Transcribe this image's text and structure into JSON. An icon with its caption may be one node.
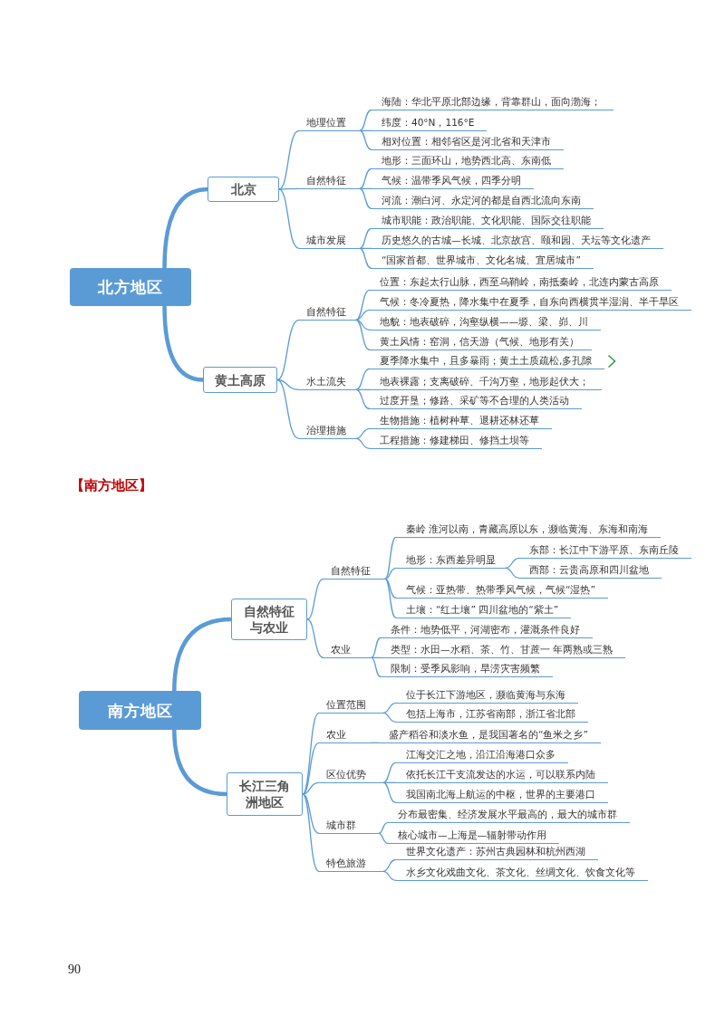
{
  "diagram": {
    "nodes": [
      {
        "text": [
          "北方地区"
        ]
      },
      {
        "text": [
          "北京"
        ]
      },
      {
        "text": [
          "地理位置"
        ]
      },
      {
        "text": [
          "海陆：华北平原北部边缘，背靠群山，面向渤海；"
        ]
      },
      {
        "text": [
          "纬度：40°N，116°E"
        ]
      },
      {
        "text": [
          "相对位置：相邻省区是河北省和天津市"
        ]
      },
      {
        "text": [
          "自然特征"
        ]
      },
      {
        "text": [
          "地形：三面环山，地势西北高、东南低"
        ]
      },
      {
        "text": [
          "气候：温带季风气候，四季分明"
        ]
      },
      {
        "text": [
          "河流：潮白河、永定河的都是自西北流向东南"
        ]
      },
      {
        "text": [
          "城市发展"
        ]
      },
      {
        "text": [
          "城市职能：政治职能、文化职能、国际交往职能"
        ]
      },
      {
        "text": [
          "历史悠久的古城—长城、北京故宫、颐和园、天坛等文化遗产"
        ]
      },
      {
        "text": [
          "“国家首都、世界城市、文化名城、宜居城市”"
        ]
      },
      {
        "text": [
          "黄土高原"
        ]
      },
      {
        "text": [
          "自然特征"
        ]
      },
      {
        "text": [
          "位置：东起太行山脉，西至乌鞘岭，南抵秦岭，北连内蒙古高原"
        ]
      },
      {
        "text": [
          "气候：冬冷夏热，降水集中在夏季，自东向西横贯半湿润、半干旱区"
        ]
      },
      {
        "text": [
          "地貌：地表破碎，沟壑纵横——塬、梁、峁、川"
        ]
      },
      {
        "text": [
          "黄土风情：窑洞，信天游（气候、地形有关）"
        ]
      },
      {
        "text": [
          "水土流失"
        ]
      },
      {
        "text": [
          "夏季降水集中，且多暴雨；黄土土质疏松,多孔隙"
        ]
      },
      {
        "text": [
          "地表裸露；支离破碎、千沟万壑，地形起伏大；"
        ]
      },
      {
        "text": [
          "过度开垦；修路、采矿等不合理的人类活动"
        ]
      },
      {
        "text": [
          "治理措施"
        ]
      },
      {
        "text": [
          "生物措施：植树种草、退耕还林还草"
        ]
      },
      {
        "text": [
          "工程措施：修建梯田、修挡土坝等"
        ]
      },
      {
        "text": [
          "南方地区"
        ]
      },
      {
        "text": [
          "自然特征与农业"
        ]
      },
      {
        "text": [
          "自然特征"
        ]
      },
      {
        "text": [
          "秦岭 淮河以南，青藏高原以东，濒临黄海、东海和南海"
        ]
      },
      {
        "text": [
          "地形：东西差异明显"
        ]
      },
      {
        "text": [
          "东部：长江中下游平原、东南丘陵"
        ]
      },
      {
        "text": [
          "西部：云贵高原和四川盆地"
        ]
      },
      {
        "text": [
          "气候：亚热带、热带季风气候，气候“湿热”"
        ]
      },
      {
        "text": [
          "土壤：“红土壤” 四川盆地的“紫土”"
        ]
      },
      {
        "text": [
          "农业"
        ]
      },
      {
        "text": [
          "条件：地势低平，河湖密布，灌溉条件良好"
        ]
      },
      {
        "text": [
          "类型：水田—水稻、茶、竹、甘蔗一 年两熟或三熟"
        ]
      },
      {
        "text": [
          "限制：受季风影响，旱涝灾害频繁"
        ]
      },
      {
        "text": [
          "长江三角洲地区"
        ]
      },
      {
        "text": [
          "位置范围"
        ]
      },
      {
        "text": [
          "位于长江下游地区，濒临黄海与东海"
        ]
      },
      {
        "text": [
          "包括上海市，江苏省南部，浙江省北部"
        ]
      },
      {
        "text": [
          "农业"
        ]
      },
      {
        "text": [
          "盛产稻谷和淡水鱼，是我国著名的“鱼米之乡”"
        ]
      },
      {
        "text": [
          "区位优势"
        ]
      },
      {
        "text": [
          "江海交汇之地，沿江沿海港口众多"
        ]
      },
      {
        "text": [
          "依托长江干支流发达的水运，可以联系内陆"
        ]
      },
      {
        "text": [
          "我国南北海上航运的中枢，世界的主要港口"
        ]
      },
      {
        "text": [
          "城市群"
        ]
      },
      {
        "text": [
          "分布最密集、经济发展水平最高的，最大的城市群"
        ]
      },
      {
        "text": [
          "核心城市—上海是—辐射带动作用"
        ]
      },
      {
        "text": [
          "特色旅游"
        ]
      },
      {
        "text": [
          "世界文化遗产：苏州古典园林和杭州西湖"
        ]
      },
      {
        "text": [
          "水乡文化戏曲文化、茶文化、丝绸文化、饮食文化等"
        ]
      }
    ],
    "edges": [
      {
        "from": 0,
        "to": 1,
        "arrow": "none",
        "style": "thick"
      },
      {
        "from": 0,
        "to": 14,
        "arrow": "none",
        "style": "thick"
      },
      {
        "from": 1,
        "to": 2,
        "arrow": "none"
      },
      {
        "from": 1,
        "to": 6,
        "arrow": "none"
      },
      {
        "from": 1,
        "to": 10,
        "arrow": "none"
      },
      {
        "from": 2,
        "to": 3,
        "arrow": "none"
      },
      {
        "from": 2,
        "to": 4,
        "arrow": "none"
      },
      {
        "from": 2,
        "to": 5,
        "arrow": "none"
      },
      {
        "from": 6,
        "to": 7,
        "arrow": "none"
      },
      {
        "from": 6,
        "to": 8,
        "arrow": "none"
      },
      {
        "from": 6,
        "to": 9,
        "arrow": "none"
      },
      {
        "from": 10,
        "to": 11,
        "arrow": "none"
      },
      {
        "from": 10,
        "to": 12,
        "arrow": "none"
      },
      {
        "from": 10,
        "to": 13,
        "arrow": "none"
      },
      {
        "from": 14,
        "to": 15,
        "arrow": "none"
      },
      {
        "from": 14,
        "to": 20,
        "arrow": "none"
      },
      {
        "from": 14,
        "to": 24,
        "arrow": "none"
      },
      {
        "from": 15,
        "to": 16,
        "arrow": "none"
      },
      {
        "from": 15,
        "to": 17,
        "arrow": "none"
      },
      {
        "from": 15,
        "to": 18,
        "arrow": "none"
      },
      {
        "from": 15,
        "to": 19,
        "arrow": "none"
      },
      {
        "from": 20,
        "to": 21,
        "arrow": "none"
      },
      {
        "from": 20,
        "to": 22,
        "arrow": "none"
      },
      {
        "from": 20,
        "to": 23,
        "arrow": "none"
      },
      {
        "from": 24,
        "to": 25,
        "arrow": "none"
      },
      {
        "from": 24,
        "to": 26,
        "arrow": "none"
      },
      {
        "from": 27,
        "to": 28,
        "arrow": "none",
        "style": "thick"
      },
      {
        "from": 27,
        "to": 40,
        "arrow": "none",
        "style": "thick"
      },
      {
        "from": 28,
        "to": 29,
        "arrow": "none"
      },
      {
        "from": 28,
        "to": 36,
        "arrow": "none"
      },
      {
        "from": 29,
        "to": 30,
        "arrow": "none"
      },
      {
        "from": 29,
        "to": 31,
        "arrow": "none"
      },
      {
        "from": 29,
        "to": 34,
        "arrow": "none"
      },
      {
        "from": 29,
        "to": 35,
        "arrow": "none"
      },
      {
        "from": 31,
        "to": 32,
        "arrow": "none"
      },
      {
        "from": 31,
        "to": 33,
        "arrow": "none"
      },
      {
        "from": 36,
        "to": 37,
        "arrow": "none"
      },
      {
        "from": 36,
        "to": 38,
        "arrow": "none"
      },
      {
        "from": 36,
        "to": 39,
        "arrow": "none"
      },
      {
        "from": 40,
        "to": 41,
        "arrow": "none"
      },
      {
        "from": 40,
        "to": 44,
        "arrow": "none"
      },
      {
        "from": 40,
        "to": 46,
        "arrow": "none"
      },
      {
        "from": 40,
        "to": 50,
        "arrow": "none"
      },
      {
        "from": 40,
        "to": 53,
        "arrow": "none"
      },
      {
        "from": 41,
        "to": 42,
        "arrow": "none"
      },
      {
        "from": 41,
        "to": 43,
        "arrow": "none"
      },
      {
        "from": 44,
        "to": 45,
        "arrow": "none"
      },
      {
        "from": 46,
        "to": 47,
        "arrow": "none"
      },
      {
        "from": 46,
        "to": 48,
        "arrow": "none"
      },
      {
        "from": 46,
        "to": 49,
        "arrow": "none"
      },
      {
        "from": 50,
        "to": 51,
        "arrow": "none"
      },
      {
        "from": 50,
        "to": 52,
        "arrow": "none"
      },
      {
        "from": 53,
        "to": 54,
        "arrow": "none"
      },
      {
        "from": 53,
        "to": 55,
        "arrow": "none"
      }
    ],
    "labels": [
      "【南方地区】",
      "90"
    ]
  }
}
